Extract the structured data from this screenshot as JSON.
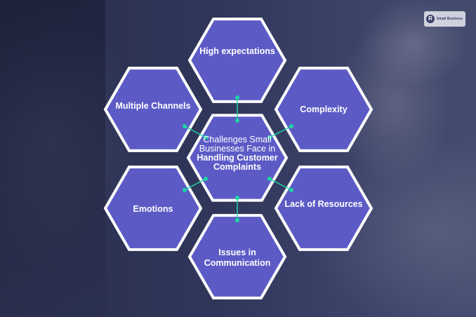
{
  "brand": {
    "logo_letter": "R",
    "logo_text": "Small Business"
  },
  "colors": {
    "hex_fill": "#5c5bc6",
    "hex_stroke": "#ffffff",
    "connector": "#1ed6a4"
  },
  "center": {
    "text_plain": "Challenges Small Businesses Face in",
    "text_bold": "Handling Customer Complaints"
  },
  "challenges": [
    {
      "label": "High expectations"
    },
    {
      "label": "Complexity"
    },
    {
      "label": "Lack of Resources"
    },
    {
      "label": "Issues in Communication"
    },
    {
      "label": "Emotions"
    },
    {
      "label": "Multiple Channels"
    }
  ]
}
